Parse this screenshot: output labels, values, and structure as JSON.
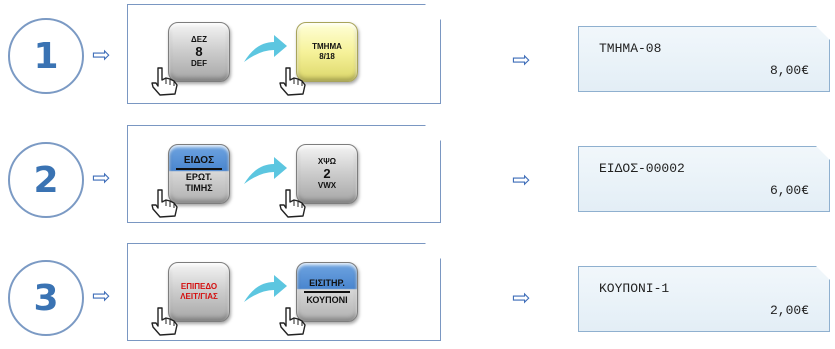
{
  "steps": [
    {
      "number": "1",
      "key1": {
        "top": "ΔΕΖ",
        "main": "8",
        "bottom": "DEF"
      },
      "key2": {
        "line1": "ΤΜΗΜΑ",
        "line2": "8/18"
      },
      "receipt": {
        "name": "ΤΜΗΜΑ-08",
        "price": "8,00€"
      }
    },
    {
      "number": "2",
      "key1": {
        "upper": "ΕΙΔΟΣ",
        "lower1": "ΕΡΩΤ.",
        "lower2": "ΤΙΜΗΣ"
      },
      "key2": {
        "top": "ΧΨΩ",
        "main": "2",
        "bottom": "VWX"
      },
      "receipt": {
        "name": "ΕΙΔΟΣ-00002",
        "price": "6,00€"
      }
    },
    {
      "number": "3",
      "key1": {
        "line1": "ΕΠΙΠΕΔΟ",
        "line2": "ΛΕΙΤ/ΓΙΑΣ"
      },
      "key2": {
        "upper": "ΕΙΣΙΤΗΡ.",
        "lower": "ΚΟΥΠΟΝΙ"
      },
      "receipt": {
        "name": "ΚΟΥΠΟΝΙ-1",
        "price": "2,00€"
      }
    }
  ],
  "arrow_glyph": "⇨",
  "colors": {
    "accent": "#3a73b3",
    "panel_border": "#7a97c2",
    "receipt_bg": "#e9f2f8",
    "key_blue": "#4a86cf",
    "key_yellow": "#f6f29a",
    "key_red_text": "#d41010"
  }
}
